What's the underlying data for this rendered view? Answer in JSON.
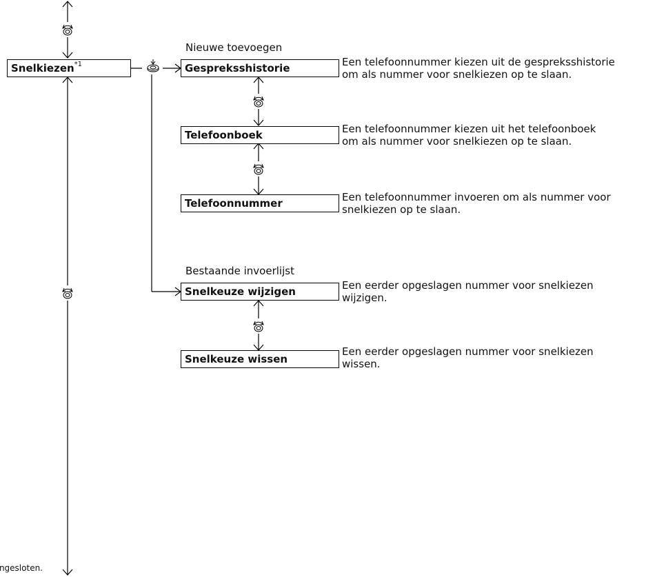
{
  "boxes": {
    "speed_dial": {
      "label": "Snelkiezen",
      "sup": "*1"
    },
    "call_history": {
      "label": "Gespreksshistorie"
    },
    "phonebook": {
      "label": "Telefoonboek"
    },
    "phone_number": {
      "label": "Telefoonnummer"
    },
    "edit_speed_dial": {
      "label": "Snelkeuze wijzigen"
    },
    "delete_speed_dial": {
      "label": "Snelkeuze wissen"
    }
  },
  "groups": {
    "add_new": "Nieuwe toevoegen",
    "existing_list": "Bestaande invoerlijst"
  },
  "descriptions": {
    "call_history": [
      "Een telefoonnummer kiezen uit de gespreksshistorie",
      "om als nummer voor snelkiezen op te slaan."
    ],
    "phonebook": [
      "Een telefoonnummer kiezen uit het telefoonboek",
      "om als nummer voor snelkiezen op te slaan."
    ],
    "phone_number": [
      "Een telefoonnummer invoeren om als nummer voor",
      "snelkiezen op te slaan."
    ],
    "edit_speed_dial": [
      "Een eerder opgeslagen nummer voor snelkiezen",
      "wijzigen."
    ],
    "delete_speed_dial": [
      "Een eerder opgeslagen nummer voor snelkiezen",
      "wissen."
    ]
  },
  "footnote": "ngesloten.",
  "icons": {
    "rotate": "rotate-dial-icon",
    "press": "press-dial-icon"
  },
  "colors": {
    "line": "#000000",
    "text": "#111111",
    "background": "#ffffff"
  }
}
